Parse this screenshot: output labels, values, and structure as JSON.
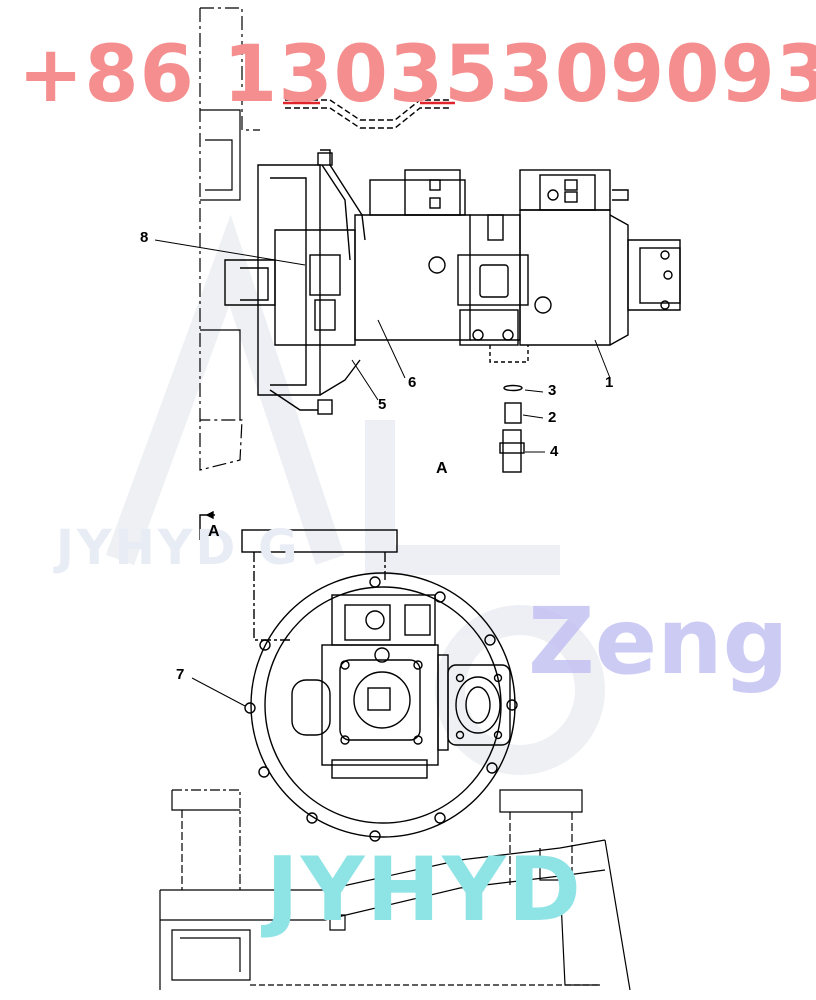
{
  "watermarks": {
    "phone": "+86 13035309093",
    "zeng": "Zeng",
    "jyhyd": "JYHYD"
  },
  "view_labels": {
    "view_a": "A",
    "view_a_marker": "A"
  },
  "callouts": [
    {
      "id": "1",
      "text": "1"
    },
    {
      "id": "2",
      "text": "2"
    },
    {
      "id": "3",
      "text": "3"
    },
    {
      "id": "4",
      "text": "4"
    },
    {
      "id": "5",
      "text": "5"
    },
    {
      "id": "6",
      "text": "6"
    },
    {
      "id": "7",
      "text": "7"
    },
    {
      "id": "8",
      "text": "8"
    }
  ]
}
